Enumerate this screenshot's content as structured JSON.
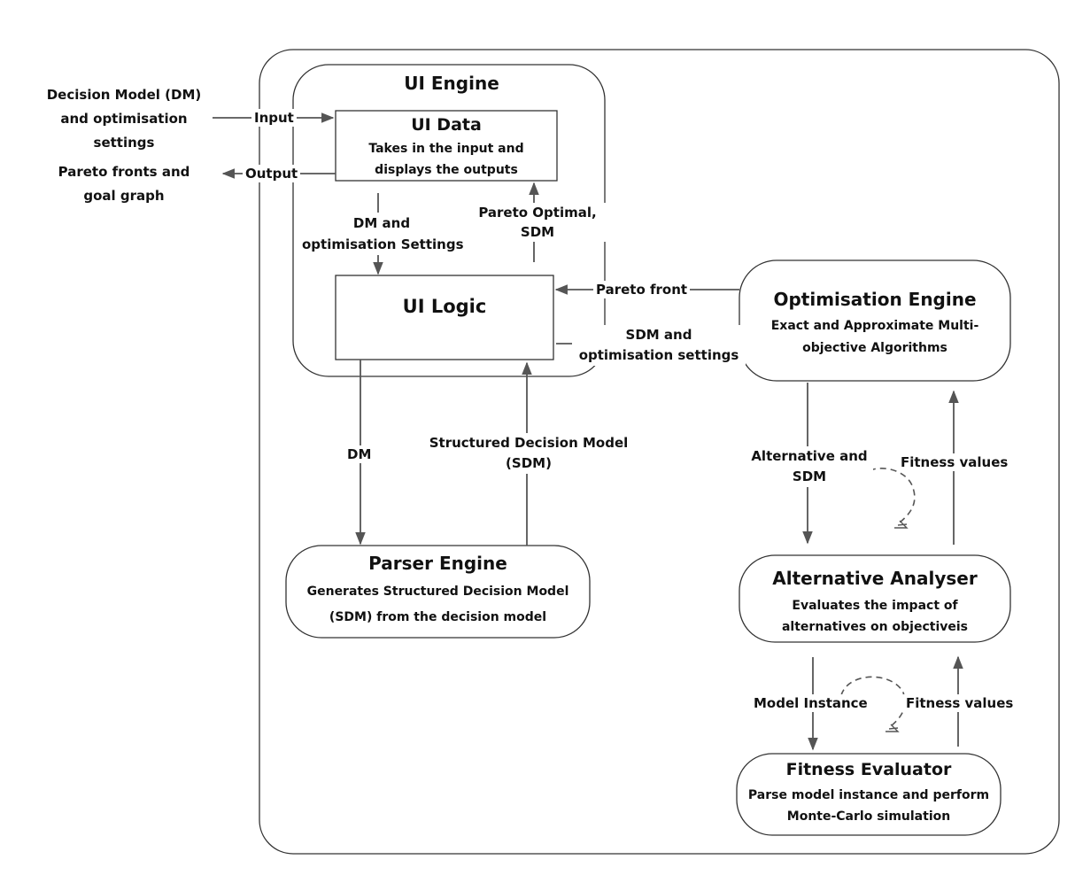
{
  "external": {
    "input_source": [
      "Decision Model (DM)",
      "and optimisation",
      "settings"
    ],
    "output_target": [
      "Pareto fronts and",
      "goal graph"
    ]
  },
  "ui_engine": {
    "title": "UI Engine",
    "ui_data": {
      "title": "UI Data",
      "description": [
        "Takes in the input and",
        "displays the outputs"
      ]
    },
    "ui_logic": {
      "title": "UI Logic"
    }
  },
  "optimisation_engine": {
    "title": "Optimisation Engine",
    "description": [
      "Exact and Approximate Multi-",
      "objective Algorithms"
    ]
  },
  "parser_engine": {
    "title": "Parser Engine",
    "description": [
      "Generates Structured Decision Model",
      "(SDM) from the decision model"
    ]
  },
  "alternative_analyser": {
    "title": "Alternative Analyser",
    "description": [
      "Evaluates the impact of",
      "alternatives on objectiveis"
    ]
  },
  "fitness_evaluator": {
    "title": "Fitness Evaluator",
    "description": [
      "Parse model instance and perform",
      "Monte-Carlo simulation"
    ]
  },
  "flows": {
    "input": "Input",
    "output": "Output",
    "dm_settings": [
      "DM and",
      "optimisation Settings"
    ],
    "pareto_optimal_sdm": [
      "Pareto Optimal,",
      "SDM"
    ],
    "pareto_front": "Pareto front",
    "sdm_settings": [
      "SDM  and",
      "optimisation settings"
    ],
    "dm": "DM",
    "sdm_structured": [
      "Structured Decision Model",
      "(SDM)"
    ],
    "alternative_sdm": [
      "Alternative and",
      "SDM"
    ],
    "fitness_values_upper": "Fitness values",
    "model_instance": "Model Instance",
    "fitness_values_lower": "Fitness values"
  }
}
